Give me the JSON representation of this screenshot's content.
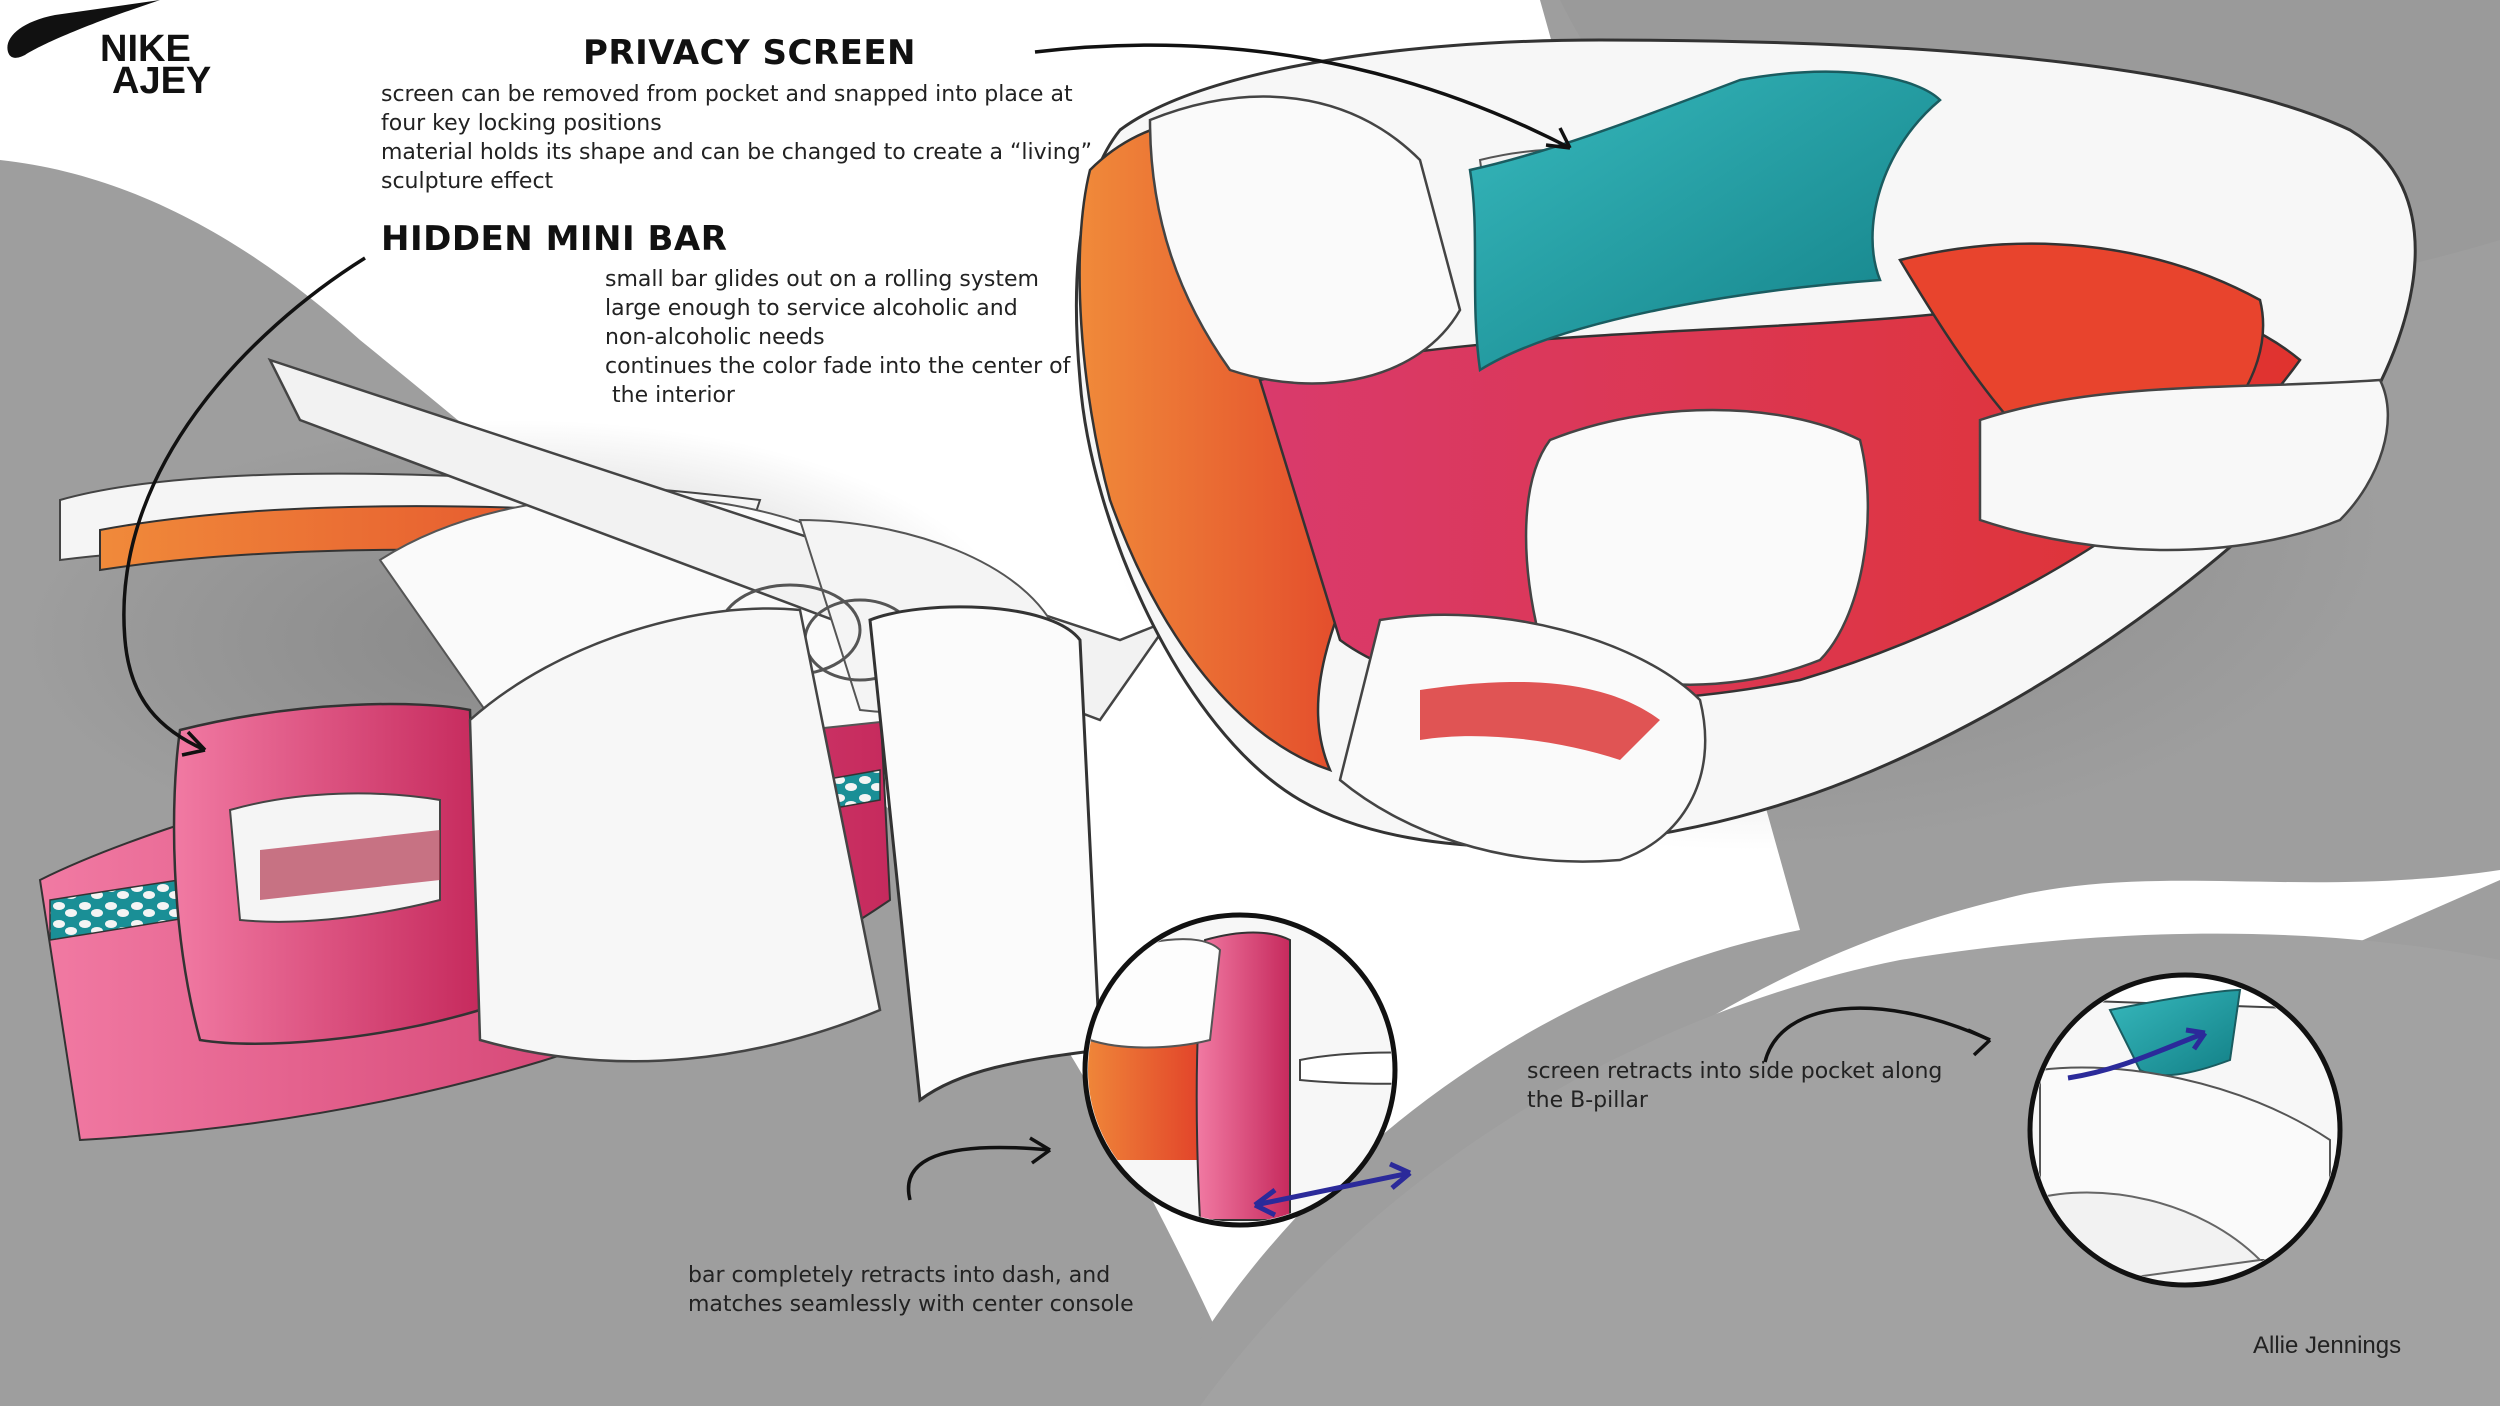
{
  "brand": {
    "logo_icon": "swoosh-icon",
    "name": "NIKE",
    "subname": "AJEY"
  },
  "privacy_screen": {
    "title": "PRIVACY SCREEN",
    "lines": [
      "screen can be removed from pocket and snapped into place at",
      "four key locking positions",
      "material holds its shape and can be changed to create a “living”",
      "sculpture effect"
    ]
  },
  "mini_bar": {
    "title": "HIDDEN MINI BAR",
    "lines": [
      "small bar glides out on a rolling system",
      "large enough to service alcoholic and",
      "non-alcoholic needs",
      "continues the color fade into the center of",
      " the interior"
    ]
  },
  "callouts": {
    "bar_retract": [
      "bar completely retracts into dash, and",
      "matches seamlessly with center console"
    ],
    "screen_retract": [
      "screen retracts into side pocket along",
      "the B-pillar"
    ]
  },
  "signature": "Allie Jennings",
  "colors": {
    "teal": "#1fa2a6",
    "magenta": "#d6336c",
    "orange": "#ee6b2d",
    "red": "#d92b2b",
    "gray_band": "#9a9a9a",
    "arrow_blue": "#2b2a9a"
  }
}
